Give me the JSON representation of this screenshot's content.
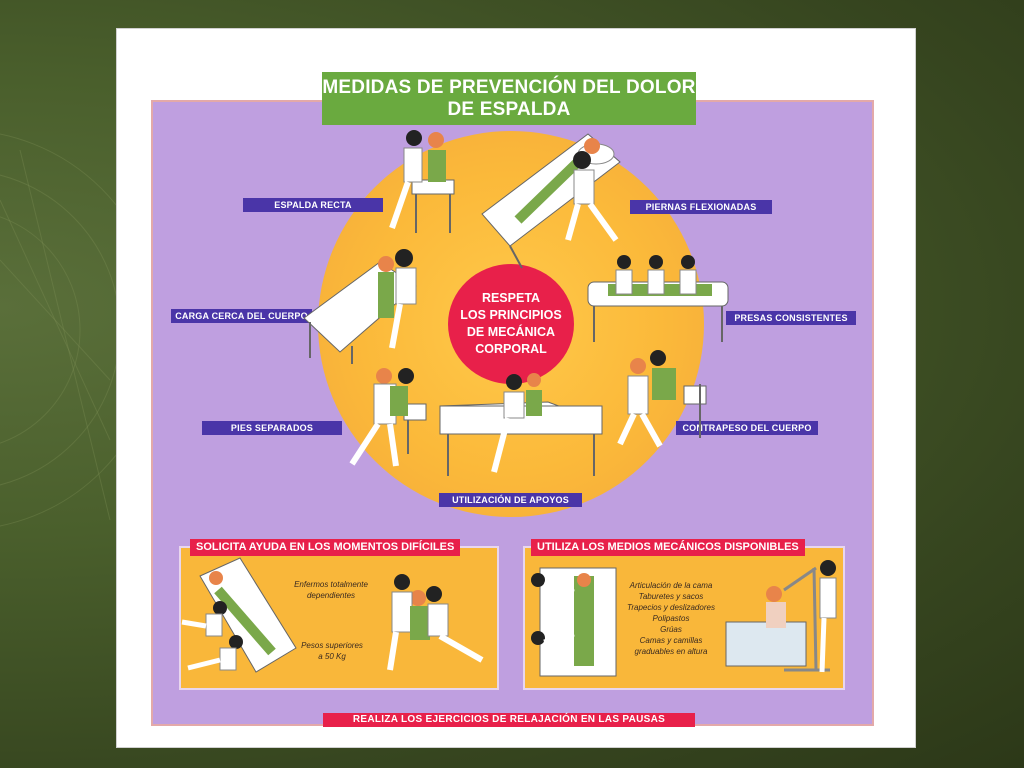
{
  "poster": {
    "title_line1": "MEDIDAS DE PREVENCIÓN DEL DOLOR",
    "title_line2": "DE ESPALDA",
    "center_line1": "RESPETA",
    "center_line2": "LOS PRINCIPIOS",
    "center_line3": "DE MECÁNICA",
    "center_line4": "CORPORAL",
    "labels": {
      "espalda_recta": "ESPALDA RECTA",
      "piernas_flexionadas": "PIERNAS FLEXIONADAS",
      "carga_cerca": "CARGA CERCA DEL CUERPO",
      "presas_consistentes": "PRESAS CONSISTENTES",
      "pies_separados": "PIES SEPARADOS",
      "contrapeso": "CONTRAPESO DEL CUERPO",
      "apoyos": "UTILIZACIÓN DE APOYOS"
    },
    "help_box": {
      "heading": "SOLICITA AYUDA EN LOS MOMENTOS DIFÍCILES",
      "text1_line1": "Enfermos totalmente",
      "text1_line2": "dependientes",
      "text2_line1": "Pesos superiores",
      "text2_line2": "a 50 Kg"
    },
    "means_box": {
      "heading": "UTILIZA LOS MEDIOS MECÁNICOS DISPONIBLES",
      "items": [
        "Articulación de la cama",
        "Taburetes y sacos",
        "Trapecios y deslizadores",
        "Polipastos",
        "Grúas",
        "Camas y camillas",
        "graduables en altura"
      ]
    },
    "footer": "REALIZA LOS EJERCICIOS DE RELAJACIÓN EN LAS PAUSAS"
  },
  "colors": {
    "background": "#4a5f2c",
    "poster_purple": "#bf9fe0",
    "title_green": "#6aaa3f",
    "sun_orange": "#fbb93a",
    "center_red": "#e8204a",
    "label_blue": "#4a35a8"
  }
}
